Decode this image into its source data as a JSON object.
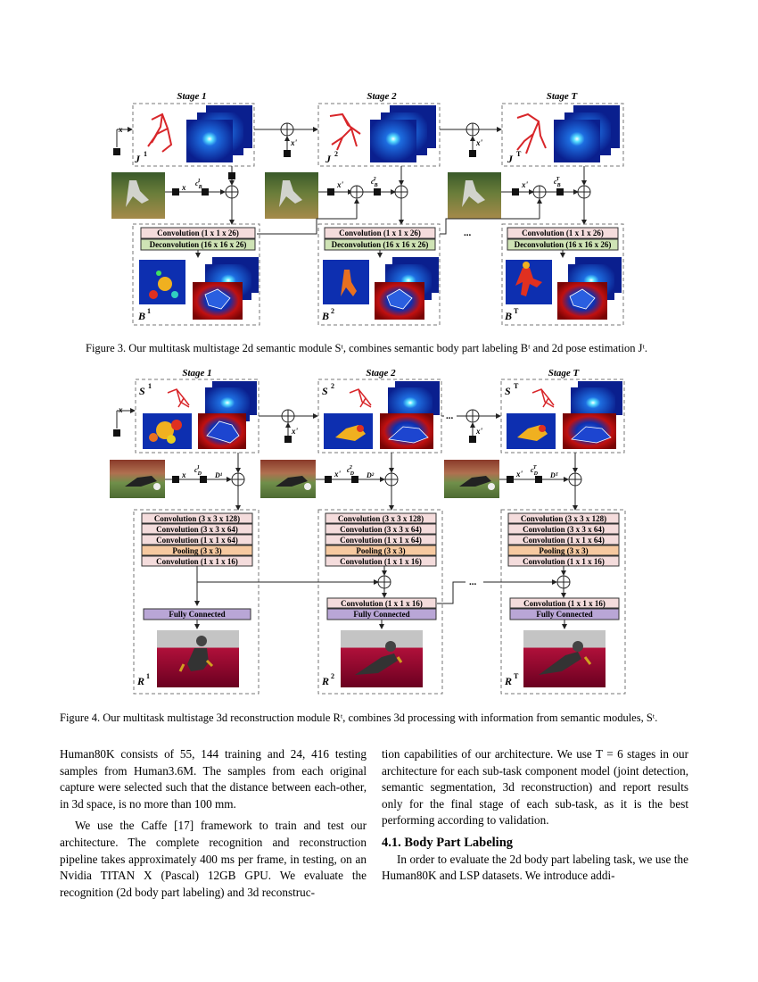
{
  "fig3": {
    "stage_labels": [
      "Stage 1",
      "Stage 2",
      "Stage T"
    ],
    "block_labels": [
      "J",
      "J",
      "J"
    ],
    "block_sups": [
      "1",
      "2",
      "T"
    ],
    "out_labels": [
      "B",
      "B",
      "B"
    ],
    "out_sups": [
      "1",
      "2",
      "T"
    ],
    "conv": "Convolution (1 x 1 x 26)",
    "deconv": "Deconvolution (16 x 16 x 26)",
    "x": "x",
    "xprime": "x'",
    "cb_sub": "B",
    "cb_sups": [
      "1",
      "2",
      "T"
    ],
    "ellipsis": "...",
    "caption": "Figure 3. Our multitask multistage 2d semantic module Sᵗ, combines semantic body part labeling Bᵗ and 2d pose estimation Jᵗ."
  },
  "fig4": {
    "stage_labels": [
      "Stage 1",
      "Stage 2",
      "Stage T"
    ],
    "block_labels": [
      "S",
      "S",
      "S"
    ],
    "block_sups": [
      "1",
      "2",
      "T"
    ],
    "out_labels": [
      "R",
      "R",
      "R"
    ],
    "out_sups": [
      "1",
      "2",
      "T"
    ],
    "d_labels": [
      "D¹",
      "D²",
      "Dᵀ"
    ],
    "stack": [
      "Convolution (3 x 3 x 128)",
      "Convolution (3 x 3 x 64)",
      "Convolution (1 x 1 x 64)",
      "Pooling (3 x 3)",
      "Convolution (1 x 1 x 16)"
    ],
    "conv16": "Convolution (1 x 1 x 16)",
    "fc": "Fully Connected",
    "x": "x",
    "xprime": "x'",
    "cd_sub": "D",
    "cd_sups": [
      "1",
      "2",
      "T"
    ],
    "ellipsis": "...",
    "caption": "Figure 4. Our multitask multistage 3d reconstruction module Rᵗ, combines 3d processing with information from semantic modules, Sᵗ."
  },
  "text": {
    "left_p1": "Human80K consists of 55, 144 training and 24, 416 testing samples from Human3.6M. The samples from each original capture were selected such that the distance between each-other, in 3d space, is no more than 100 mm.",
    "left_p2": "We use the Caffe [17] framework to train and test our architecture. The complete recognition and reconstruction pipeline takes approximately 400 ms per frame, in testing, on an Nvidia TITAN X (Pascal) 12GB GPU. We evaluate the recognition (2d body part labeling) and 3d reconstruc-",
    "right_p1": "tion capabilities of our architecture. We use T = 6 stages in our architecture for each sub-task component model (joint detection, semantic segmentation, 3d reconstruction) and report results only for the final stage of each sub-task, as it is the best performing according to validation.",
    "section": "4.1. Body Part Labeling",
    "right_p2": "In order to evaluate the 2d body part labeling task, we use the Human80K and LSP datasets. We introduce addi-"
  },
  "colors": {
    "conv_fill": "#f4dcdc",
    "deconv_fill": "#cfe3b5",
    "pool_fill": "#f6c9a0",
    "fc_fill": "#b9a6d6",
    "heatmap_blue": "#0a2a9a",
    "seg_red": "#8a0808",
    "skeleton_red": "#d8262a"
  }
}
